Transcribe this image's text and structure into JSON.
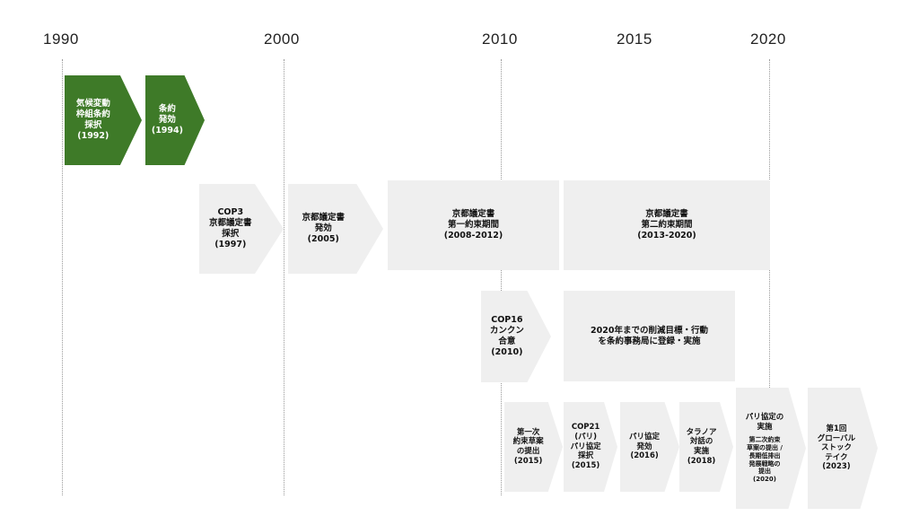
{
  "years": [
    "1990",
    "2000",
    "2010",
    "2015",
    "2020"
  ],
  "items": {
    "unfccc_adoption": "気候変動\n枠組条約\n採択\n(1992)",
    "unfccc_effect": "条約\n発効\n(1994)",
    "cop3": "COP3\n京都議定書\n採択\n(1997)",
    "kyoto_effect": "京都議定書\n発効\n(2005)",
    "kyoto_p1": "京都議定書\n第一約束期間\n(2008-2012)",
    "kyoto_p2": "京都議定書\n第二約束期間\n(2013-2020)",
    "cop16": "COP16\nカンクン\n合意\n(2010)",
    "targets_2020": "2020年までの削減目標・行動\nを条約事務局に登録・実施",
    "first_draft": "第一次\n約束草案\nの提出\n(2015)",
    "cop21": "COP21\n(パリ)\nパリ協定\n採択\n(2015)",
    "paris_effect": "パリ協定\n発効\n(2016)",
    "talanoa": "タラノア\n対話の\n実施\n(2018)",
    "paris_impl_title": "パリ協定の\n実施",
    "paris_impl_sub": "第二次約束\n草案の提出 /\n長期低排出\n発展戦略の\n提出\n(2020)",
    "global_stocktake": "第1回\nグローバル\nストック\nテイク\n(2023)"
  },
  "colors": {
    "green": "#3e7a28",
    "gray": "#efefef",
    "text": "#111111"
  }
}
